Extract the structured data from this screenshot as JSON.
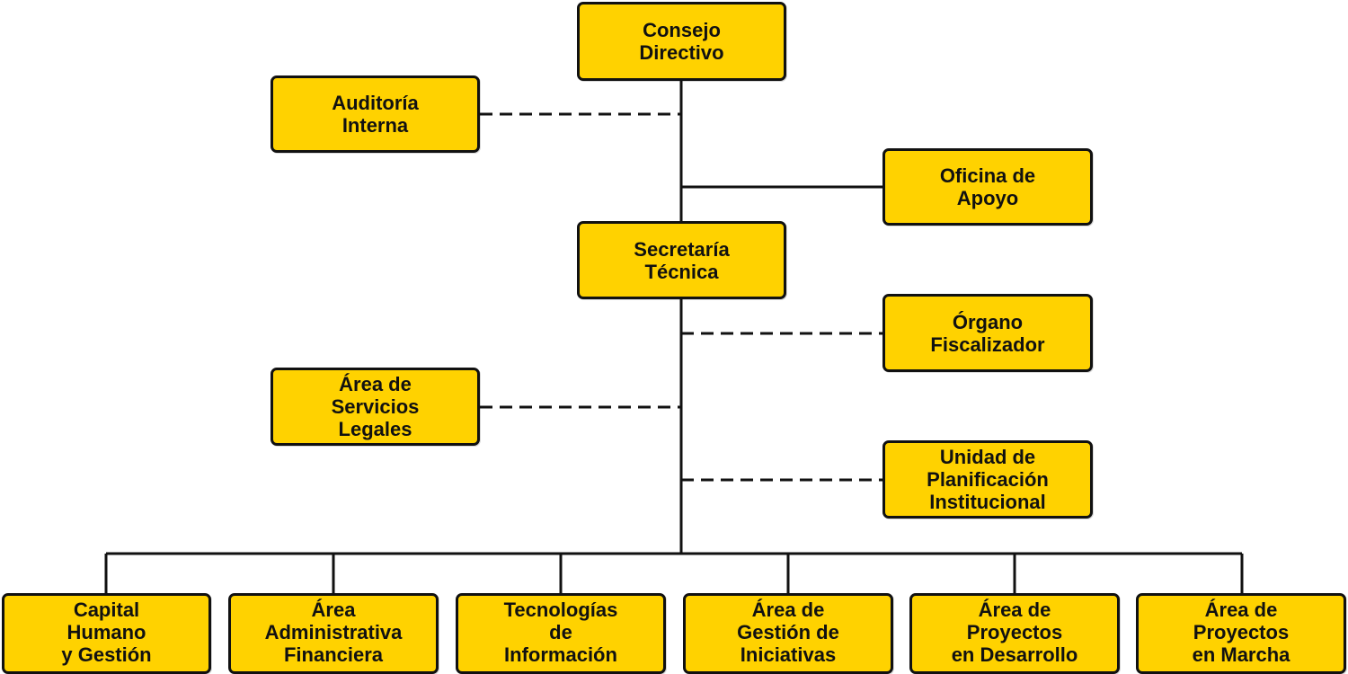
{
  "org_chart": {
    "top": {
      "label": "Consejo\nDirectivo"
    },
    "auditoria": {
      "label": "Auditoría\nInterna"
    },
    "oficina_apoyo": {
      "label": "Oficina de\nApoyo"
    },
    "secretaria": {
      "label": "Secretaría\nTécnica"
    },
    "organo_fiscalizador": {
      "label": "Órgano\nFiscalizador"
    },
    "servicios_legales": {
      "label": "Área de\nServicios\nLegales"
    },
    "planificacion": {
      "label": "Unidad de\nPlanificación\nInstitucional"
    },
    "departments": [
      {
        "label": "Capital\nHumano\ny Gestión"
      },
      {
        "label": "Área\nAdministrativa\nFinanciera"
      },
      {
        "label": "Tecnologías\nde\nInformación"
      },
      {
        "label": "Área de\nGestión de\nIniciativas"
      },
      {
        "label": "Área de\nProyectos\nen Desarrollo"
      },
      {
        "label": "Área de\nProyectos\nen Marcha"
      }
    ],
    "colors": {
      "box_fill": "#FFD200",
      "box_border": "#111111",
      "line": "#111111"
    }
  }
}
